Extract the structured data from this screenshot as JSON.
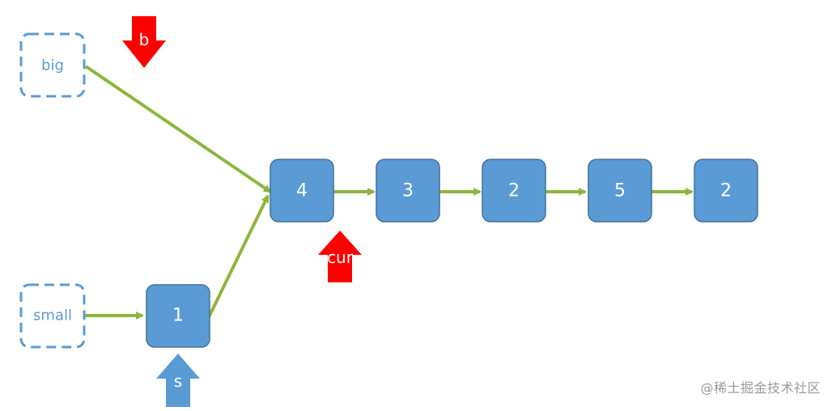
{
  "diagram": {
    "dummy_nodes": {
      "big": "big",
      "small": "small"
    },
    "list_nodes": [
      "4",
      "3",
      "2",
      "5",
      "2"
    ],
    "small_nodes": [
      "1"
    ],
    "pointers": {
      "b": "b",
      "cur": "cur",
      "s": "s"
    }
  },
  "colors": {
    "node_fill": "#5b9bd5",
    "node_border": "#41719c",
    "dummy_border": "#5b9bd5",
    "edge": "#8db63c",
    "pointer_red": "#ff0000",
    "pointer_blue": "#5b9bd5"
  },
  "watermark": "@稀土掘金技术社区"
}
